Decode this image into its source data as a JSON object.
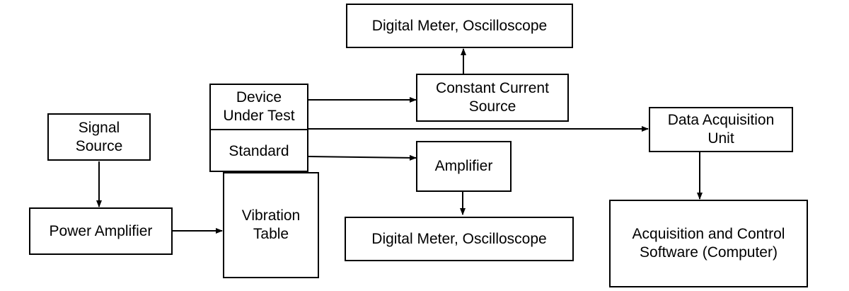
{
  "blocks": {
    "digital_meter_top": "Digital Meter, Oscilloscope",
    "constant_current_source": "Constant Current\nSource",
    "device_under_test": "Device\nUnder Test",
    "standard": "Standard",
    "signal_source": "Signal\nSource",
    "power_amplifier": "Power Amplifier",
    "vibration_table": "Vibration\nTable",
    "amplifier": "Amplifier",
    "digital_meter_bottom": "Digital Meter, Oscilloscope",
    "data_acquisition_unit": "Data Acquisition\nUnit",
    "acquisition_software": "Acquisition and Control\nSoftware (Computer)"
  }
}
